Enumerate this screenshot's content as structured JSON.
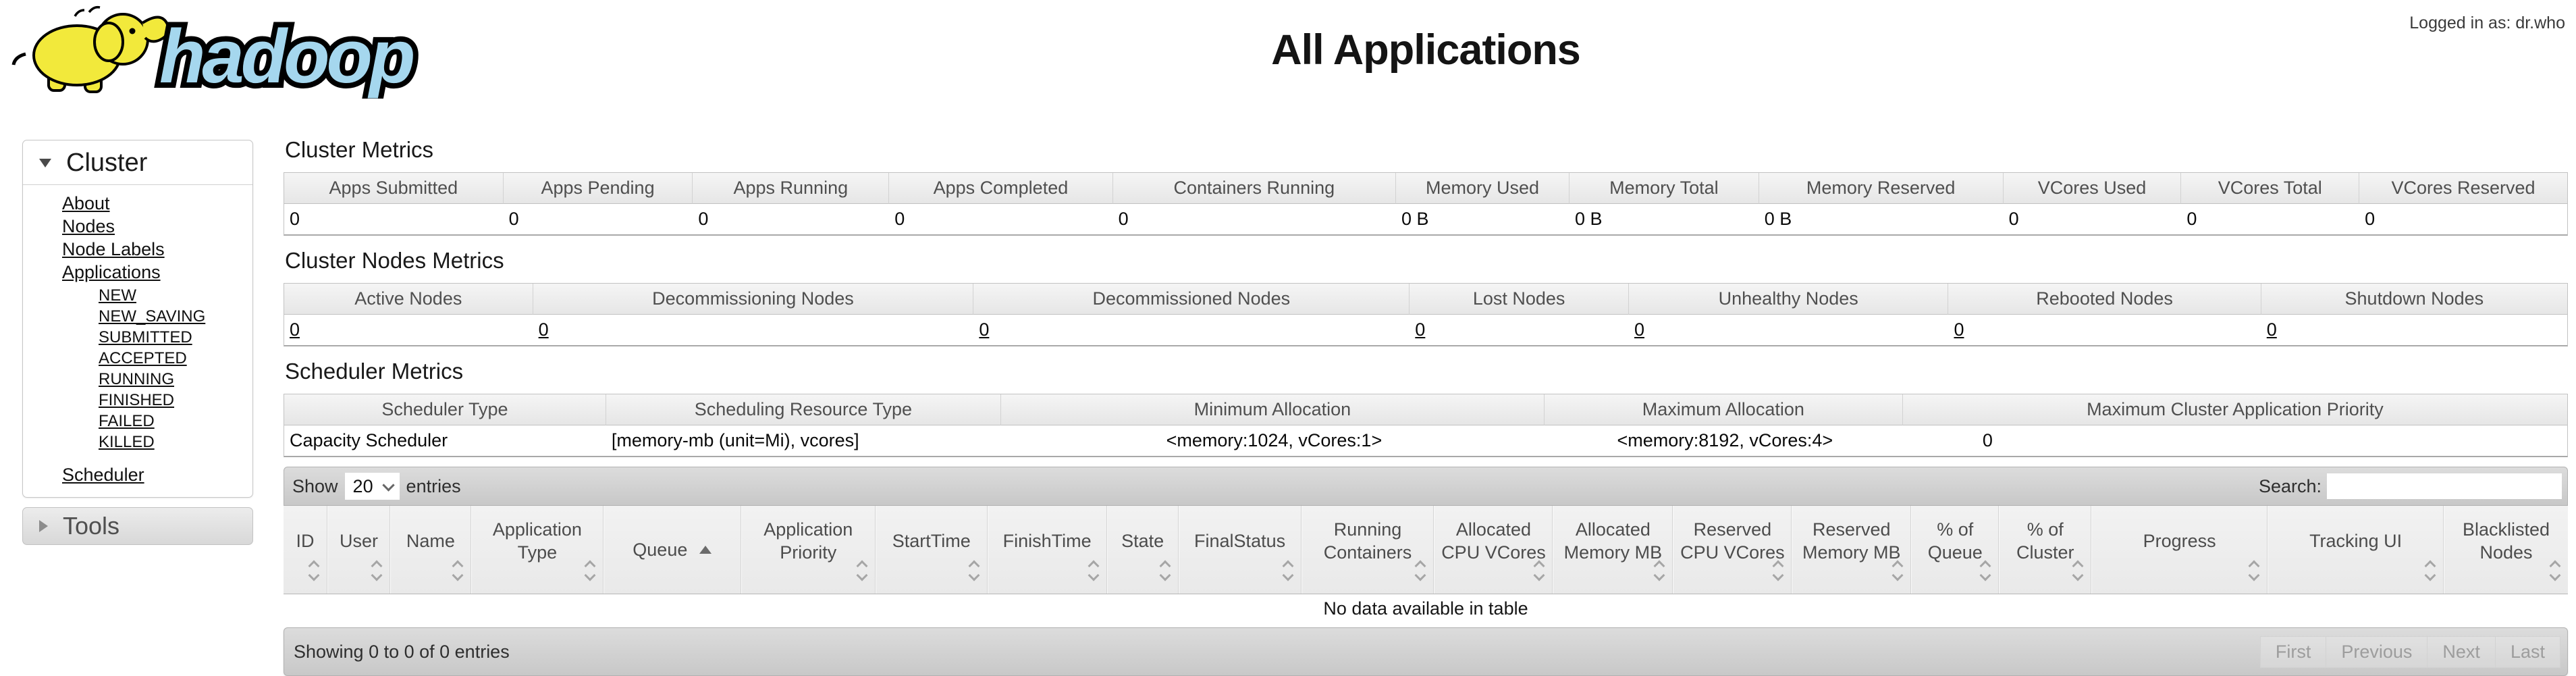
{
  "header": {
    "logo_text": "hadoop",
    "title": "All Applications",
    "logged_in": "Logged in as: dr.who"
  },
  "sidebar": {
    "cluster_title": "Cluster",
    "links": [
      "About",
      "Nodes",
      "Node Labels",
      "Applications"
    ],
    "app_states": [
      "NEW",
      "NEW_SAVING",
      "SUBMITTED",
      "ACCEPTED",
      "RUNNING",
      "FINISHED",
      "FAILED",
      "KILLED"
    ],
    "scheduler_link": "Scheduler",
    "tools_title": "Tools"
  },
  "cluster_metrics": {
    "heading": "Cluster Metrics",
    "columns": [
      "Apps Submitted",
      "Apps Pending",
      "Apps Running",
      "Apps Completed",
      "Containers Running",
      "Memory Used",
      "Memory Total",
      "Memory Reserved",
      "VCores Used",
      "VCores Total",
      "VCores Reserved"
    ],
    "values": [
      "0",
      "0",
      "0",
      "0",
      "0",
      "0 B",
      "0 B",
      "0 B",
      "0",
      "0",
      "0"
    ]
  },
  "cluster_nodes_metrics": {
    "heading": "Cluster Nodes Metrics",
    "columns": [
      "Active Nodes",
      "Decommissioning Nodes",
      "Decommissioned Nodes",
      "Lost Nodes",
      "Unhealthy Nodes",
      "Rebooted Nodes",
      "Shutdown Nodes"
    ],
    "values": [
      "0",
      "0",
      "0",
      "0",
      "0",
      "0",
      "0"
    ]
  },
  "scheduler_metrics": {
    "heading": "Scheduler Metrics",
    "columns": [
      "Scheduler Type",
      "Scheduling Resource Type",
      "Minimum Allocation",
      "Maximum Allocation",
      "Maximum Cluster Application Priority"
    ],
    "values": [
      "Capacity Scheduler",
      "[memory-mb (unit=Mi), vcores]",
      "<memory:1024, vCores:1>",
      "<memory:8192, vCores:4>",
      "0"
    ]
  },
  "apps_table": {
    "show_label": "Show",
    "page_size": "20",
    "entries_label": "entries",
    "search_label": "Search:",
    "search_value": "",
    "columns": [
      {
        "label": "ID"
      },
      {
        "label": "User"
      },
      {
        "label": "Name"
      },
      {
        "label": "Application Type"
      },
      {
        "label": "Queue",
        "sorted": "asc"
      },
      {
        "label": "Application Priority"
      },
      {
        "label": "StartTime"
      },
      {
        "label": "FinishTime"
      },
      {
        "label": "State"
      },
      {
        "label": "FinalStatus"
      },
      {
        "label": "Running Containers"
      },
      {
        "label": "Allocated CPU VCores"
      },
      {
        "label": "Allocated Memory MB"
      },
      {
        "label": "Reserved CPU VCores"
      },
      {
        "label": "Reserved Memory MB"
      },
      {
        "label": "% of Queue"
      },
      {
        "label": "% of Cluster"
      },
      {
        "label": "Progress"
      },
      {
        "label": "Tracking UI"
      },
      {
        "label": "Blacklisted Nodes"
      }
    ],
    "empty_message": "No data available in table",
    "footer_info": "Showing 0 to 0 of 0 entries",
    "pagination": {
      "first": "First",
      "previous": "Previous",
      "next": "Next",
      "last": "Last"
    }
  }
}
